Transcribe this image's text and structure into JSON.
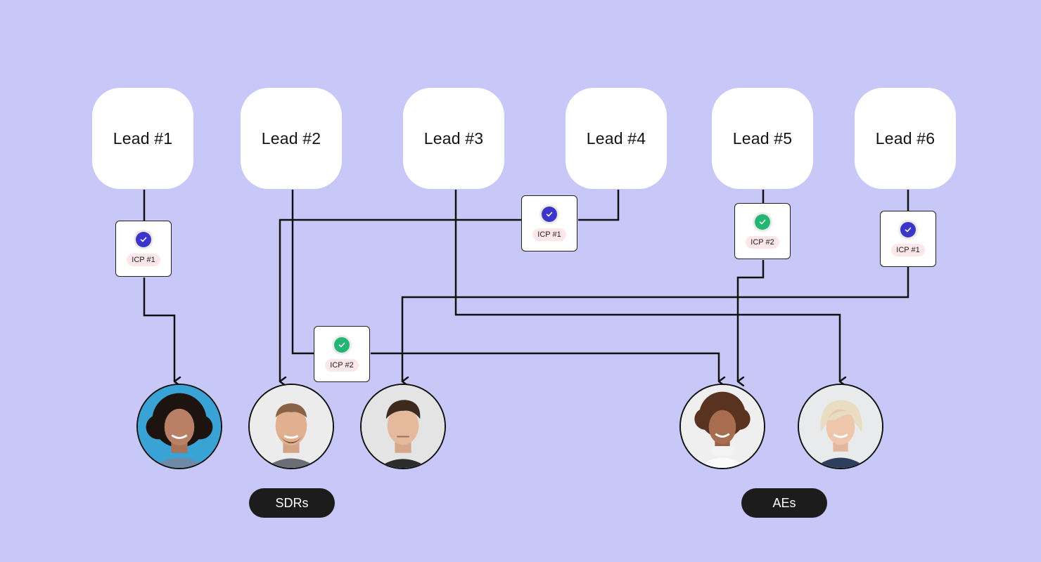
{
  "colors": {
    "background": "#c8c8f8",
    "check_blue": "#3b36c9",
    "check_green": "#22b573",
    "badge_bg": "#fde7ea",
    "pill_bg": "#1c1c1c"
  },
  "leads": [
    {
      "label": "Lead #1"
    },
    {
      "label": "Lead #2"
    },
    {
      "label": "Lead #3"
    },
    {
      "label": "Lead #4"
    },
    {
      "label": "Lead #5"
    },
    {
      "label": "Lead #6"
    }
  ],
  "icp_badges": [
    {
      "label": "ICP #1",
      "check": "blue-check-icon"
    },
    {
      "label": "ICP #1",
      "check": "blue-check-icon"
    },
    {
      "label": "ICP #2",
      "check": "green-check-icon"
    },
    {
      "label": "ICP #1",
      "check": "blue-check-icon"
    },
    {
      "label": "ICP #2",
      "check": "green-check-icon"
    }
  ],
  "groups": {
    "sdrs": "SDRs",
    "aes": "AEs"
  }
}
